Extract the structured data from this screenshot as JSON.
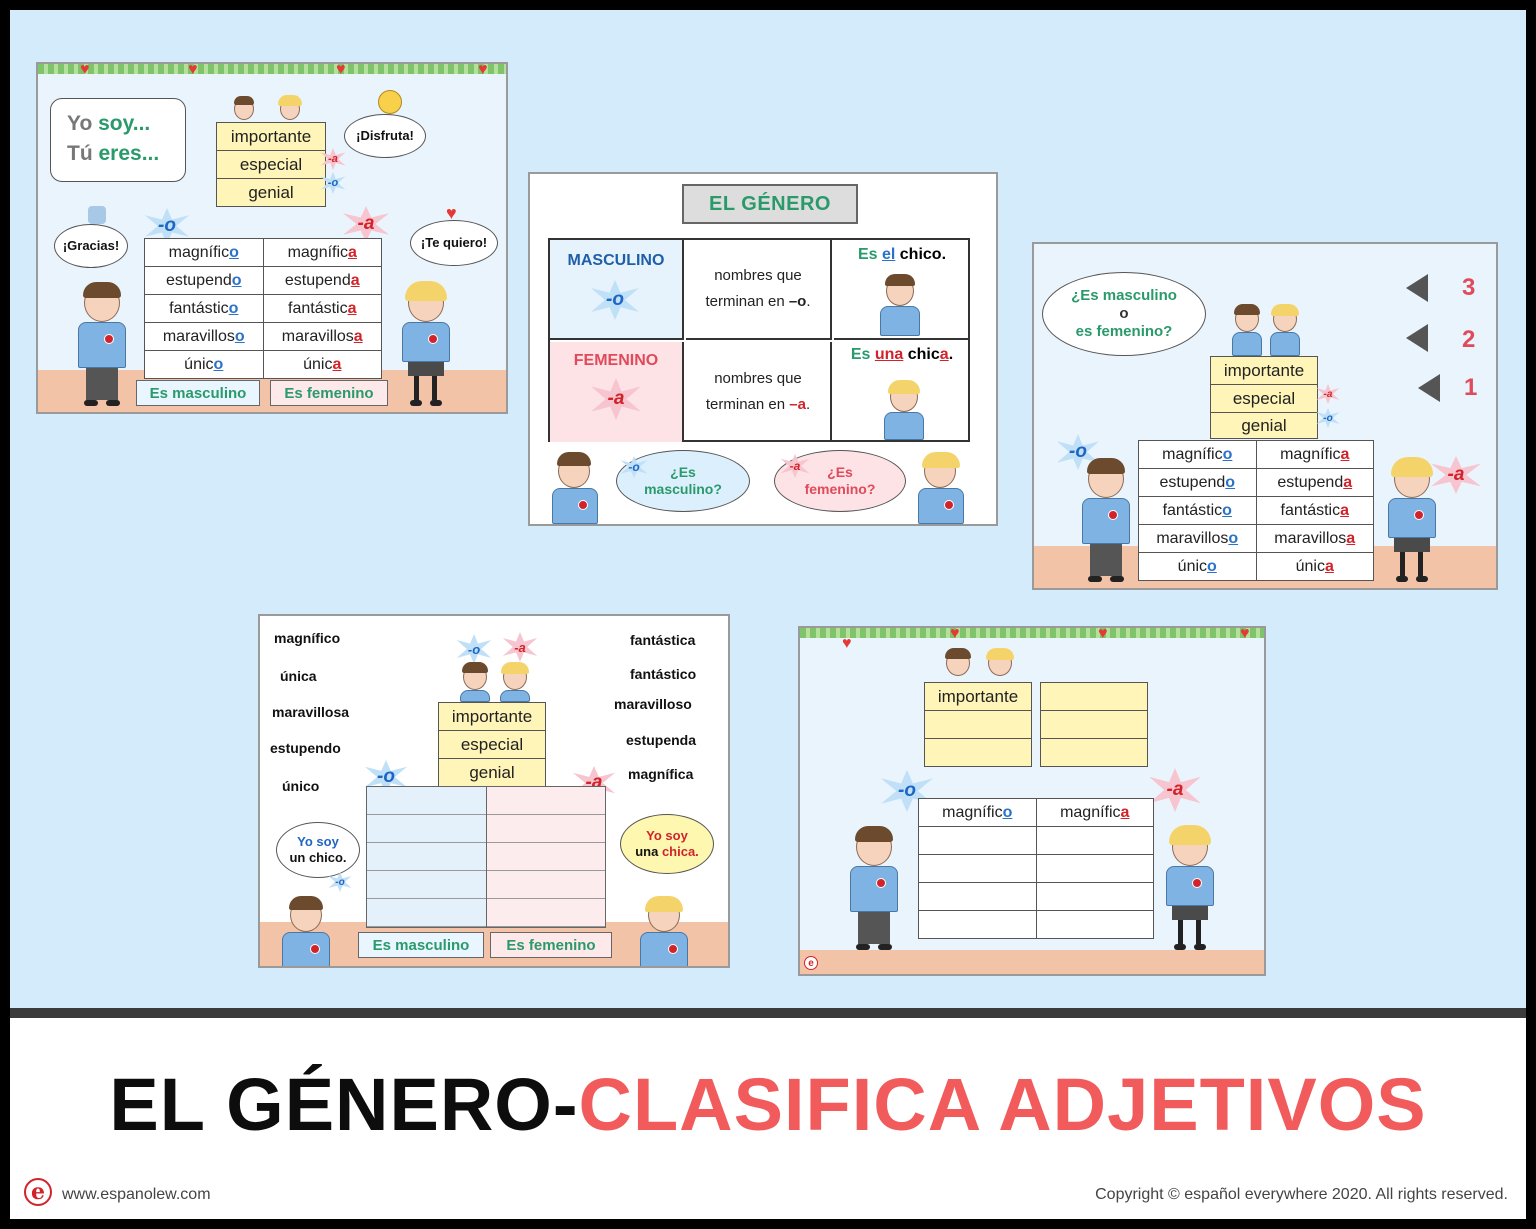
{
  "footer": {
    "title_part1": "EL GÉNERO-",
    "title_part2": "CLASIFICA ADJETIVOS",
    "url": "www.espanolew.com",
    "copyright": "Copyright © español everywhere 2020. All rights reserved.",
    "logo_letter": "e"
  },
  "colors": {
    "sky": "#d4ebfb",
    "title_dark": "#0d0d0d",
    "title_accent": "#f15b5b",
    "masc_blue": "#2b73c8",
    "fem_red": "#d2232a",
    "green": "#2a9a6b"
  },
  "slide1": {
    "yo_soy": "Yo ",
    "soy": "soy...",
    "tu": "Tú ",
    "eres": "eres...",
    "yellow": [
      "importante",
      "especial",
      "genial"
    ],
    "disfruta": "¡Disfruta!",
    "gracias": "¡Gracias!",
    "te_quiero": "¡Te quiero!",
    "star_o": "-o",
    "star_a": "-a",
    "rows": [
      [
        "magnífic",
        "o",
        "magnífic",
        "a"
      ],
      [
        "estupend",
        "o",
        "estupend",
        "a"
      ],
      [
        "fantástic",
        "o",
        "fantástic",
        "a"
      ],
      [
        "maravillos",
        "o",
        "maravillos",
        "a"
      ],
      [
        "únic",
        "o",
        "únic",
        "a"
      ]
    ],
    "es_masculino": "Es masculino",
    "es_femenino": "Es femenino"
  },
  "slide2": {
    "title": "EL GÉNERO",
    "masculino": "MASCULINO",
    "femenino": "FEMENINO",
    "star_o": "-o",
    "star_a": "-a",
    "masc_desc_1": "nombres que",
    "masc_desc_2": "terminan en ",
    "masc_end": "–o",
    "fem_desc_1": "nombres que",
    "fem_desc_2": "terminan en ",
    "fem_end": "–a",
    "es": "Es ",
    "el": "el",
    "chico": " chico.",
    "una": "una",
    "chic": " chic",
    "a": "a",
    "dot": ".",
    "q_masc_1": "¿Es",
    "q_masc_2": "masculino?",
    "q_fem_1": "¿Es",
    "q_fem_2": "femenino?"
  },
  "slide3": {
    "q1": "¿Es masculino",
    "q2": "o",
    "q3": "es femenino?",
    "n3": "3",
    "n2": "2",
    "n1": "1",
    "yellow": [
      "importante",
      "especial",
      "genial"
    ],
    "star_o": "-o",
    "star_a": "-a",
    "rows": [
      [
        "magnífic",
        "o",
        "magnífic",
        "a"
      ],
      [
        "estupend",
        "o",
        "estupend",
        "a"
      ],
      [
        "fantástic",
        "o",
        "fantástic",
        "a"
      ],
      [
        "maravillos",
        "o",
        "maravillos",
        "a"
      ],
      [
        "únic",
        "o",
        "únic",
        "a"
      ]
    ]
  },
  "slide4": {
    "left_words": [
      "magnífico",
      "única",
      "maravillosa",
      "estupendo",
      "único"
    ],
    "right_words": [
      "fantástica",
      "fantástico",
      "maravilloso",
      "estupenda",
      "magnífica"
    ],
    "yellow": [
      "importante",
      "especial",
      "genial"
    ],
    "star_o": "-o",
    "star_a": "-a",
    "yo_soy_chico_1": "Yo soy",
    "yo_soy_chico_2": "un ",
    "chico": "chico.",
    "yo_soy_chica_1": "Yo soy",
    "yo_soy_chica_2": "una ",
    "chica": "chica.",
    "es_masculino": "Es masculino",
    "es_femenino": "Es femenino"
  },
  "slide5": {
    "importante": "importante",
    "star_o": "-o",
    "star_a": "-a",
    "col1_stem": "magnífic",
    "col1_end": "o",
    "col2_stem": "magnífic",
    "col2_end": "a",
    "logo_letter": "e"
  }
}
